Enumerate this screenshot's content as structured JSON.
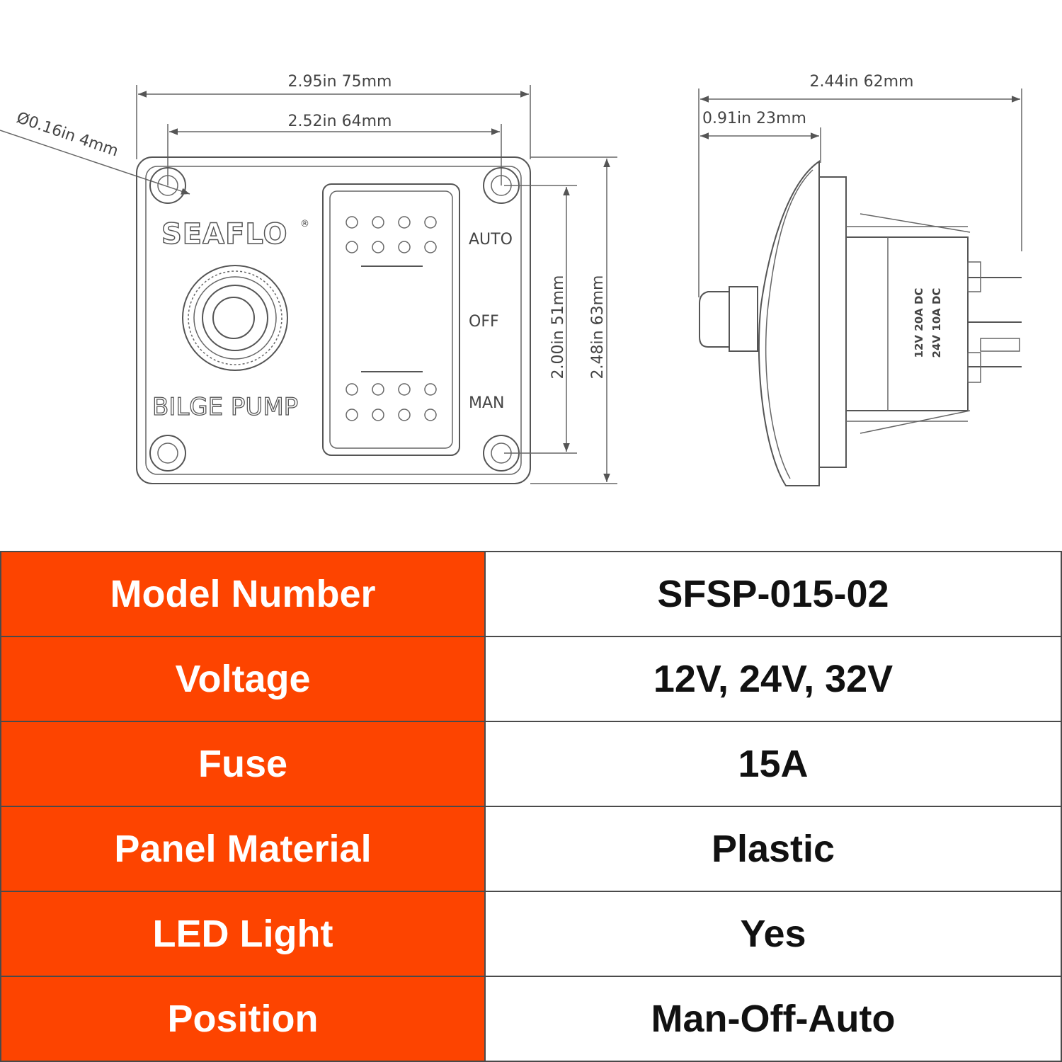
{
  "colors": {
    "accent": "#fd4400",
    "line": "#555555"
  },
  "front_view": {
    "dim_width_outer": "2.95in 75mm",
    "dim_width_holes": "2.52in 64mm",
    "dim_hole_diameter": "Ø0.16in 4mm",
    "dim_height_holes": "2.00in 51mm",
    "dim_height_outer": "2.48in 63mm",
    "brand": "SEAFLO",
    "brand_mark": "®",
    "panel_label": "BILGE PUMP",
    "switch_labels": {
      "auto": "AUTO",
      "off": "OFF",
      "man": "MAN"
    }
  },
  "side_view": {
    "dim_depth_total": "2.44in 62mm",
    "dim_depth_front": "0.91in 23mm",
    "rating_line_1": "12V 20A DC",
    "rating_line_2": "24V 10A DC"
  },
  "specs": [
    {
      "label": "Model Number",
      "value": "SFSP-015-02"
    },
    {
      "label": "Voltage",
      "value": "12V, 24V, 32V"
    },
    {
      "label": "Fuse",
      "value": "15A"
    },
    {
      "label": "Panel Material",
      "value": "Plastic"
    },
    {
      "label": "LED Light",
      "value": "Yes"
    },
    {
      "label": "Position",
      "value": "Man-Off-Auto"
    }
  ]
}
